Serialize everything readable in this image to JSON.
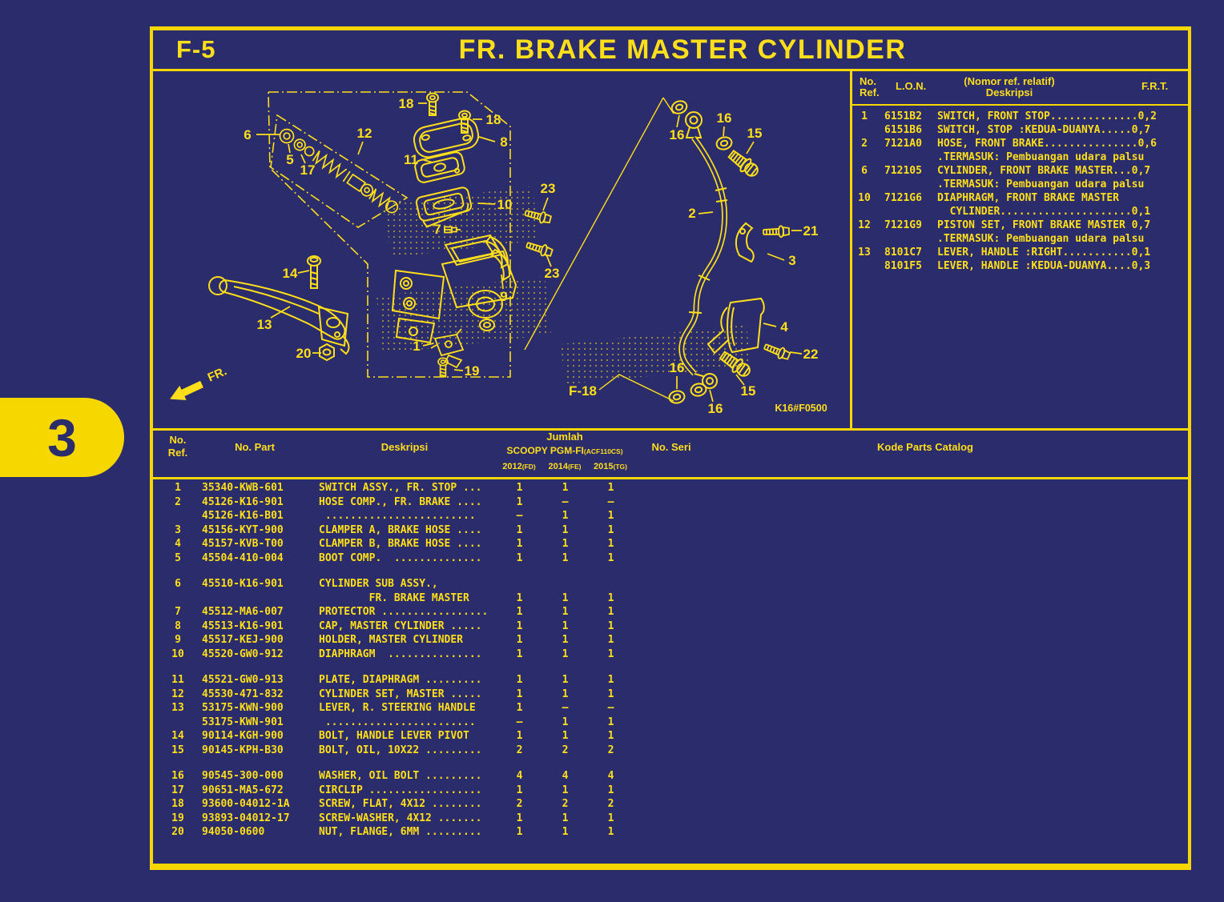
{
  "page": {
    "tab_number": "3"
  },
  "header": {
    "page_code": "F-5",
    "title": "FR. BRAKE MASTER CYLINDER"
  },
  "ref_table": {
    "headers": {
      "no": "No.",
      "ref": "Ref.",
      "lon": "L.O.N.",
      "desk_top": "(Nomor ref. relatif)",
      "desk_bottom": "Deskripsi",
      "frt": "F.R.T."
    },
    "rows": [
      {
        "no": "1",
        "lon": "6151B2",
        "desc": "SWITCH, FRONT STOP..............0,2"
      },
      {
        "no": "",
        "lon": "6151B6",
        "desc": "SWITCH, STOP :KEDUA-DUANYA.....0,7"
      },
      {
        "no": "2",
        "lon": "7121A0",
        "desc": "HOSE, FRONT BRAKE...............0,6"
      },
      {
        "no": "",
        "lon": "",
        "desc": ".TERMASUK: Pembuangan udara palsu"
      },
      {
        "no": "6",
        "lon": "712105",
        "desc": "CYLINDER, FRONT BRAKE MASTER...0,7"
      },
      {
        "no": "",
        "lon": "",
        "desc": ".TERMASUK: Pembuangan udara palsu"
      },
      {
        "no": "10",
        "lon": "7121G6",
        "desc": "DIAPHRAGM, FRONT BRAKE MASTER"
      },
      {
        "no": "",
        "lon": "",
        "desc": "  CYLINDER.....................0,1"
      },
      {
        "no": "12",
        "lon": "7121G9",
        "desc": "PISTON SET, FRONT BRAKE MASTER 0,7"
      },
      {
        "no": "",
        "lon": "",
        "desc": ".TERMASUK: Pembuangan udara palsu"
      },
      {
        "no": "13",
        "lon": "8101C7",
        "desc": "LEVER, HANDLE :RIGHT...........0,1"
      },
      {
        "no": "",
        "lon": "8101F5",
        "desc": "LEVER, HANDLE :KEDUA-DUANYA....0,3"
      }
    ]
  },
  "parts_table": {
    "headers": {
      "no": "No.",
      "ref": "Ref.",
      "no_part": "No. Part",
      "deskripsi": "Deskripsi",
      "jumlah": "Jumlah",
      "model": "SCOOPY PGM-FI",
      "model_code": "(ACF110CS)",
      "year1": "2012",
      "year1_code": "(FD)",
      "year2": "2014",
      "year2_code": "(FE)",
      "year3": "2015",
      "year3_code": "(TG)",
      "no_seri": "No. Seri",
      "kode": "Kode Parts Catalog"
    },
    "groups": [
      [
        {
          "ref": "1",
          "part": "35340-KWB-601",
          "desc": "SWITCH ASSY., FR. STOP ...",
          "q1": "1",
          "q2": "1",
          "q3": "1"
        },
        {
          "ref": "2",
          "part": "45126-K16-901",
          "desc": "HOSE COMP., FR. BRAKE ....",
          "q1": "1",
          "q2": "–",
          "q3": "–"
        },
        {
          "ref": "",
          "part": "45126-K16-B01",
          "desc": " ........................",
          "q1": "–",
          "q2": "1",
          "q3": "1"
        },
        {
          "ref": "3",
          "part": "45156-KYT-900",
          "desc": "CLAMPER A, BRAKE HOSE ....",
          "q1": "1",
          "q2": "1",
          "q3": "1"
        },
        {
          "ref": "4",
          "part": "45157-KVB-T00",
          "desc": "CLAMPER B, BRAKE HOSE ....",
          "q1": "1",
          "q2": "1",
          "q3": "1"
        },
        {
          "ref": "5",
          "part": "45504-410-004",
          "desc": "BOOT COMP.  ..............",
          "q1": "1",
          "q2": "1",
          "q3": "1"
        }
      ],
      [
        {
          "ref": "6",
          "part": "45510-K16-901",
          "desc": "CYLINDER SUB ASSY.,",
          "q1": "",
          "q2": "",
          "q3": ""
        },
        {
          "ref": "",
          "part": "",
          "desc": "        FR. BRAKE MASTER",
          "q1": "1",
          "q2": "1",
          "q3": "1"
        },
        {
          "ref": "7",
          "part": "45512-MA6-007",
          "desc": "PROTECTOR .................",
          "q1": "1",
          "q2": "1",
          "q3": "1"
        },
        {
          "ref": "8",
          "part": "45513-K16-901",
          "desc": "CAP, MASTER CYLINDER .....",
          "q1": "1",
          "q2": "1",
          "q3": "1"
        },
        {
          "ref": "9",
          "part": "45517-KEJ-900",
          "desc": "HOLDER, MASTER CYLINDER",
          "q1": "1",
          "q2": "1",
          "q3": "1"
        },
        {
          "ref": "10",
          "part": "45520-GW0-912",
          "desc": "DIAPHRAGM  ...............",
          "q1": "1",
          "q2": "1",
          "q3": "1"
        }
      ],
      [
        {
          "ref": "11",
          "part": "45521-GW0-913",
          "desc": "PLATE, DIAPHRAGM .........",
          "q1": "1",
          "q2": "1",
          "q3": "1"
        },
        {
          "ref": "12",
          "part": "45530-471-832",
          "desc": "CYLINDER SET, MASTER .....",
          "q1": "1",
          "q2": "1",
          "q3": "1"
        },
        {
          "ref": "13",
          "part": "53175-KWN-900",
          "desc": "LEVER, R. STEERING HANDLE",
          "q1": "1",
          "q2": "–",
          "q3": "–"
        },
        {
          "ref": "",
          "part": "53175-KWN-901",
          "desc": " ........................",
          "q1": "–",
          "q2": "1",
          "q3": "1"
        },
        {
          "ref": "14",
          "part": "90114-KGH-900",
          "desc": "BOLT, HANDLE LEVER PIVOT",
          "q1": "1",
          "q2": "1",
          "q3": "1"
        },
        {
          "ref": "15",
          "part": "90145-KPH-B30",
          "desc": "BOLT, OIL, 10X22 .........",
          "q1": "2",
          "q2": "2",
          "q3": "2"
        }
      ],
      [
        {
          "ref": "16",
          "part": "90545-300-000",
          "desc": "WASHER, OIL BOLT .........",
          "q1": "4",
          "q2": "4",
          "q3": "4"
        },
        {
          "ref": "17",
          "part": "90651-MA5-672",
          "desc": "CIRCLIP ..................",
          "q1": "1",
          "q2": "1",
          "q3": "1"
        },
        {
          "ref": "18",
          "part": "93600-04012-1A",
          "desc": "SCREW, FLAT, 4X12 ........",
          "q1": "2",
          "q2": "2",
          "q3": "2"
        },
        {
          "ref": "19",
          "part": "93893-04012-17",
          "desc": "SCREW-WASHER, 4X12 .......",
          "q1": "1",
          "q2": "1",
          "q3": "1"
        },
        {
          "ref": "20",
          "part": "94050-0600",
          "desc": "NUT, FLANGE, 6MM .........",
          "q1": "1",
          "q2": "1",
          "q3": "1"
        }
      ]
    ]
  },
  "diagram": {
    "labels": [
      {
        "text": "18"
      },
      {
        "text": "18"
      },
      {
        "text": "6"
      },
      {
        "text": "12"
      },
      {
        "text": "5"
      },
      {
        "text": "17"
      },
      {
        "text": "11"
      },
      {
        "text": "8"
      },
      {
        "text": "10"
      },
      {
        "text": "7"
      },
      {
        "text": "9"
      },
      {
        "text": "14"
      },
      {
        "text": "13"
      },
      {
        "text": "20"
      },
      {
        "text": "1"
      },
      {
        "text": "19"
      },
      {
        "text": "23"
      },
      {
        "text": "23"
      },
      {
        "text": "16"
      },
      {
        "text": "16"
      },
      {
        "text": "15"
      },
      {
        "text": "2"
      },
      {
        "text": "21"
      },
      {
        "text": "3"
      },
      {
        "text": "4"
      },
      {
        "text": "22"
      },
      {
        "text": "16"
      },
      {
        "text": "16"
      },
      {
        "text": "15"
      },
      {
        "text": "F-18"
      },
      {
        "text": "FR."
      },
      {
        "text": "K16#F0500"
      }
    ]
  }
}
